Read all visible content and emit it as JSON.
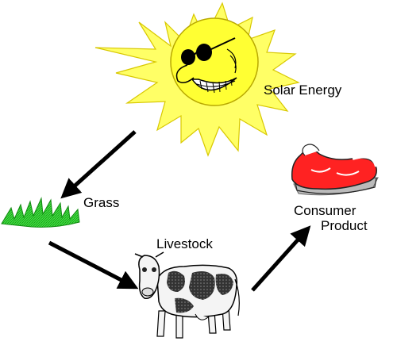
{
  "labels": {
    "solar": "Solar Energy",
    "grass": "Grass",
    "livestock": "Livestock",
    "consumer_line1": "Consumer",
    "consumer_line2": "Product"
  },
  "colors": {
    "sun_rays": "#ffff66",
    "sun_face": "#ffff33",
    "grass": "#33cc33",
    "meat": "#ff2222",
    "arrow": "#000000"
  },
  "icons": [
    "sun-icon",
    "grass-icon",
    "cow-icon",
    "steak-icon"
  ]
}
